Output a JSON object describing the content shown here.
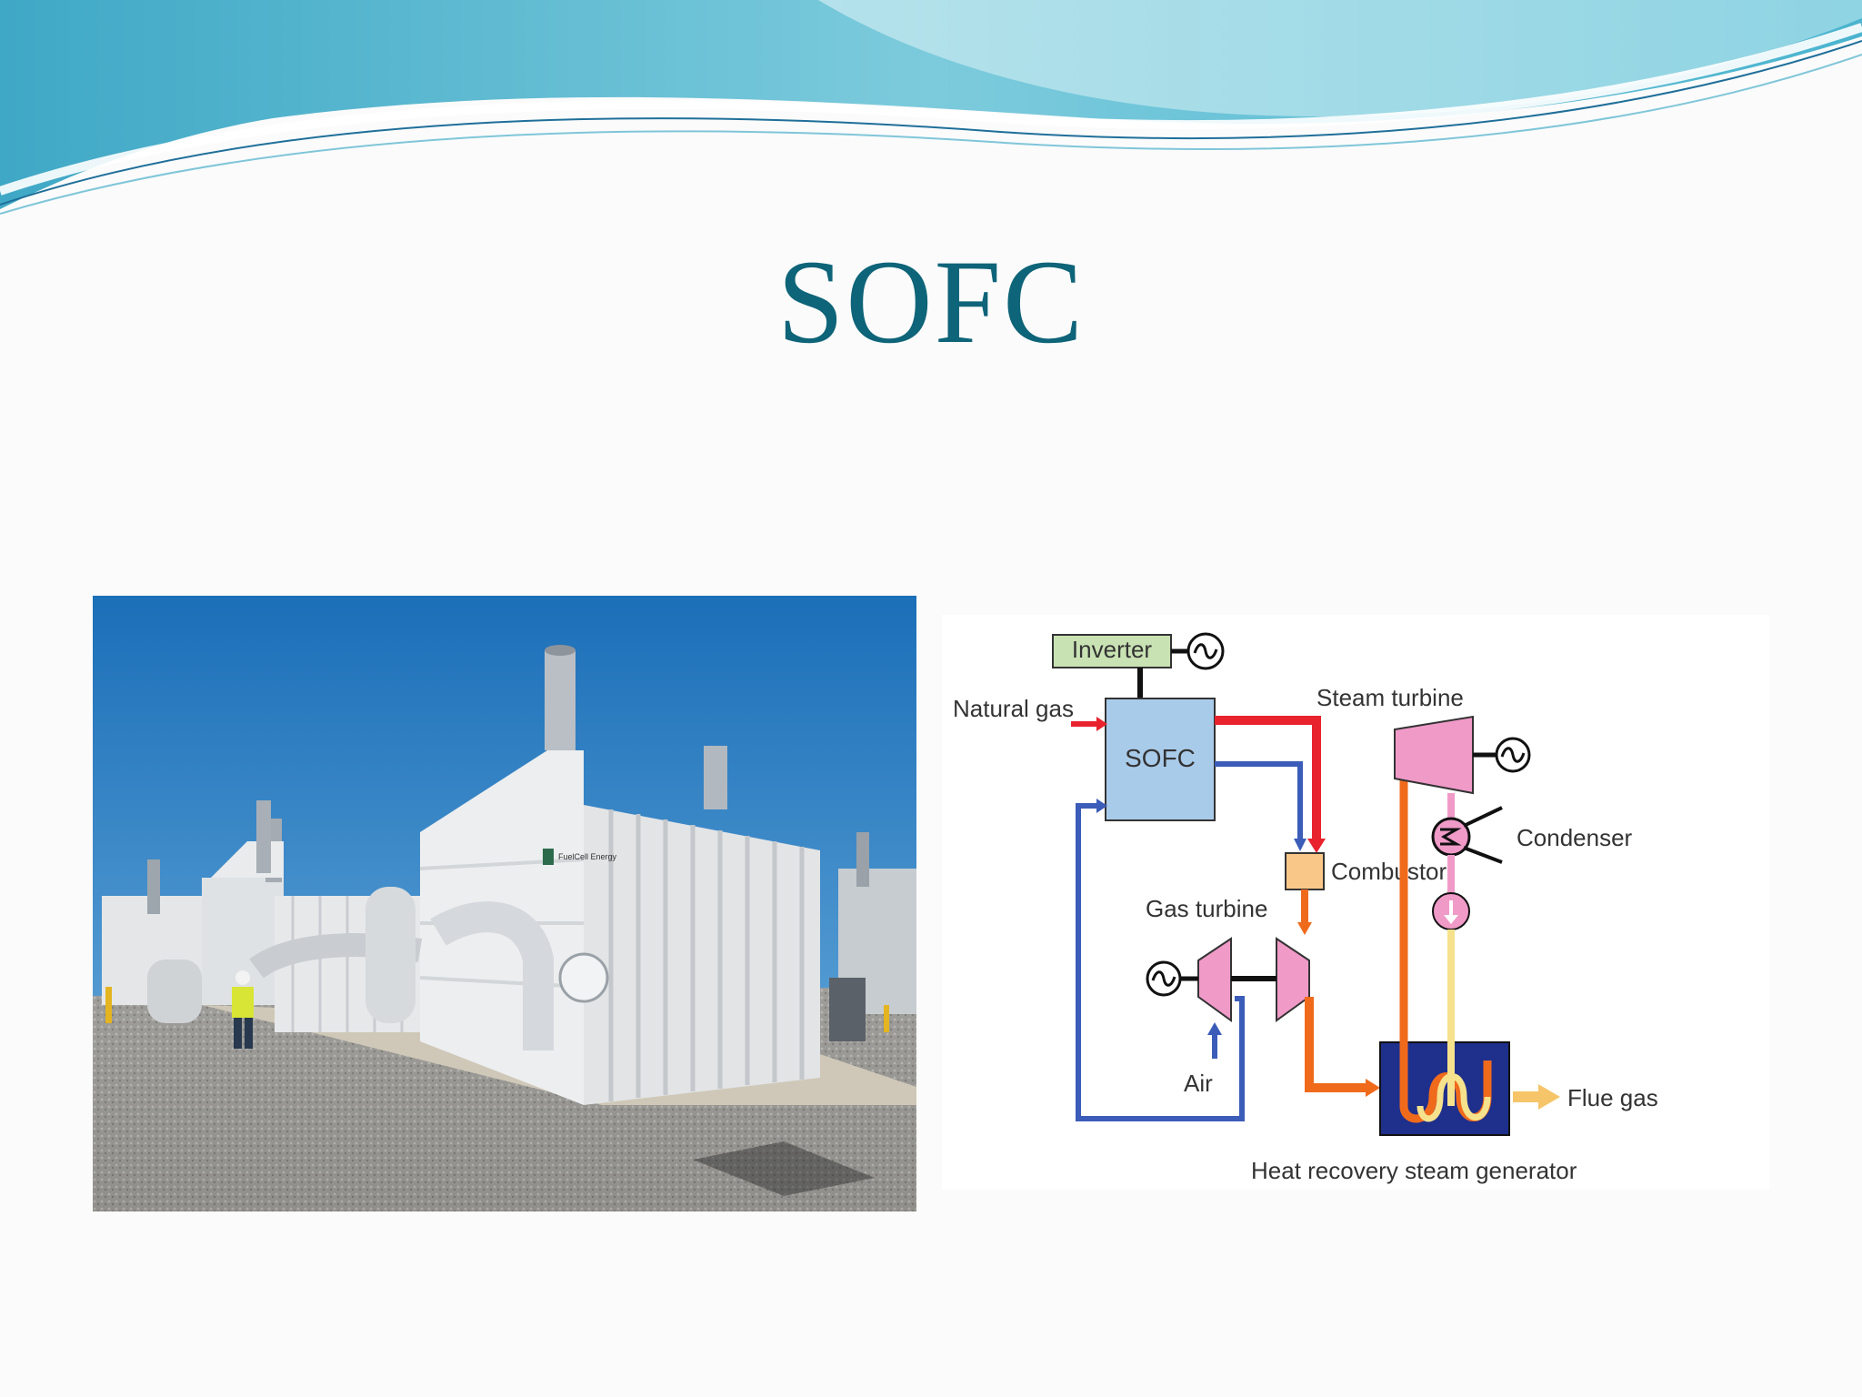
{
  "slide": {
    "title": "SOFC"
  },
  "photo": {
    "subject": "fuel cell power plant installation",
    "sign_text": "FuelCell Energy"
  },
  "diagram": {
    "labels": {
      "inverter": "Inverter",
      "natural_gas": "Natural gas",
      "sofc": "SOFC",
      "steam_turbine": "Steam turbine",
      "condenser": "Condenser",
      "combustor": "Combustor",
      "gas_turbine": "Gas turbine",
      "air": "Air",
      "flue_gas": "Flue gas",
      "hrsg": "Heat recovery steam generator"
    },
    "icons": [
      "generator-icon",
      "condenser-coil-icon",
      "pump-icon"
    ],
    "colors": {
      "hot_stream": "#e8232e",
      "cold_stream": "#3b5cb8",
      "exhaust": "#f06a1c",
      "sofc_fill": "#a9cbea",
      "inverter_fill": "#c9e2b3",
      "turbine_fill": "#f09ac8",
      "combustor_fill": "#f9c889",
      "hrsg_fill": "#1f2f8c"
    }
  },
  "theme": {
    "title_color": "#0e6478",
    "wave_colors": [
      "#5fb9cf",
      "#8fd0df",
      "#bfe6ee"
    ]
  }
}
